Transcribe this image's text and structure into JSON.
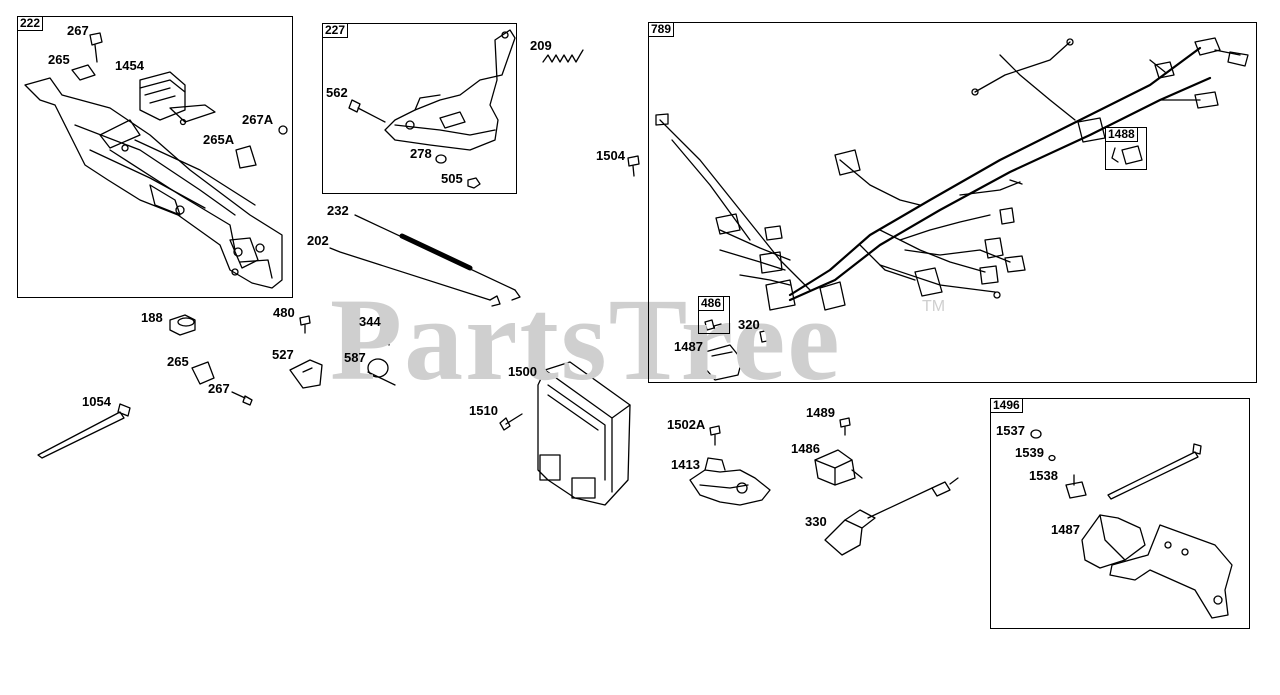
{
  "watermark": {
    "text": "PartsTree",
    "tm": "TM"
  },
  "groups": {
    "g222": "222",
    "g227": "227",
    "g789": "789",
    "g486": "486",
    "g1488": "1488",
    "g1496": "1496"
  },
  "parts": {
    "p267a": "267",
    "p265a": "265",
    "p1454": "1454",
    "p265A": "265A",
    "p267A": "267A",
    "p562": "562",
    "p278": "278",
    "p505": "505",
    "p209": "209",
    "p232": "232",
    "p202": "202",
    "p1504": "1504",
    "p188": "188",
    "p480": "480",
    "p344": "344",
    "p527": "527",
    "p587": "587",
    "p265b": "265",
    "p267b": "267",
    "p1054": "1054",
    "p1500": "1500",
    "p1510": "1510",
    "p1502A": "1502A",
    "p1413": "1413",
    "p1489": "1489",
    "p1486": "1486",
    "p330": "330",
    "p320": "320",
    "p1487a": "1487",
    "p1537": "1537",
    "p1539": "1539",
    "p1538": "1538",
    "p1487b": "1487"
  },
  "colors": {
    "line": "#000000",
    "watermark": "#cfcfcf",
    "background": "#ffffff"
  }
}
